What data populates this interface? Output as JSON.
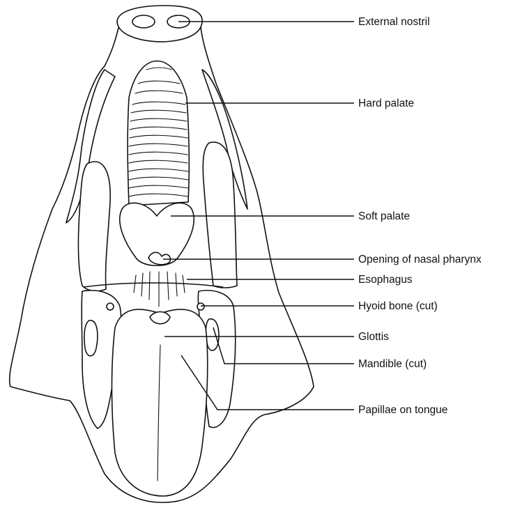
{
  "figure": {
    "labels": [
      {
        "id": "external-nostril",
        "text": "External nostril"
      },
      {
        "id": "hard-palate",
        "text": "Hard palate"
      },
      {
        "id": "soft-palate",
        "text": "Soft palate"
      },
      {
        "id": "opening-nasal-pharynx",
        "text": "Opening of nasal pharynx"
      },
      {
        "id": "esophagus",
        "text": "Esophagus"
      },
      {
        "id": "hyoid-bone",
        "text": "Hyoid bone (cut)"
      },
      {
        "id": "glottis",
        "text": "Glottis"
      },
      {
        "id": "mandible",
        "text": "Mandible (cut)"
      },
      {
        "id": "papillae",
        "text": "Papillae on tongue"
      }
    ]
  }
}
